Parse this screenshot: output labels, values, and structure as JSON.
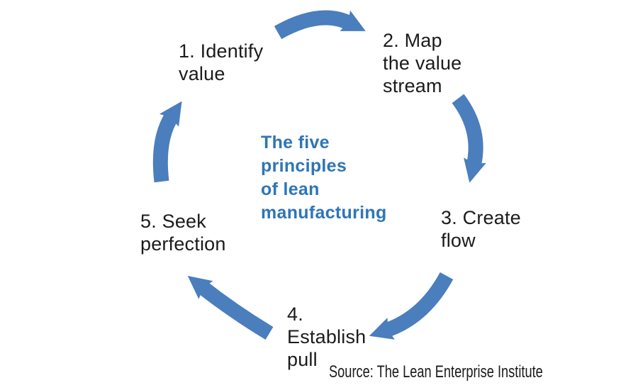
{
  "diagram_title": {
    "text": "The five principles of lean manufacturing",
    "lines": [
      "The five",
      "principles",
      "of lean",
      "manufacturing"
    ]
  },
  "steps": [
    {
      "id": "1",
      "label": "1. Identify value",
      "lines": [
        "1. Identify",
        "value"
      ]
    },
    {
      "id": "2",
      "label": "2. Map the value stream",
      "lines": [
        "2. Map",
        "the value",
        "stream"
      ]
    },
    {
      "id": "3",
      "label": "3. Create flow",
      "lines": [
        "3. Create",
        "flow"
      ]
    },
    {
      "id": "4",
      "label": "4. Establish pull",
      "lines": [
        "4.",
        "Establish",
        "pull"
      ]
    },
    {
      "id": "5",
      "label": "5. Seek perfection",
      "lines": [
        "5. Seek",
        "perfection"
      ]
    }
  ],
  "source": "Source: The Lean Enterprise Institute",
  "colors": {
    "arrow": "#4A7EBD",
    "title": "#2E75B6",
    "step_text": "#1B1B1B",
    "background": "#FFFFFF"
  }
}
